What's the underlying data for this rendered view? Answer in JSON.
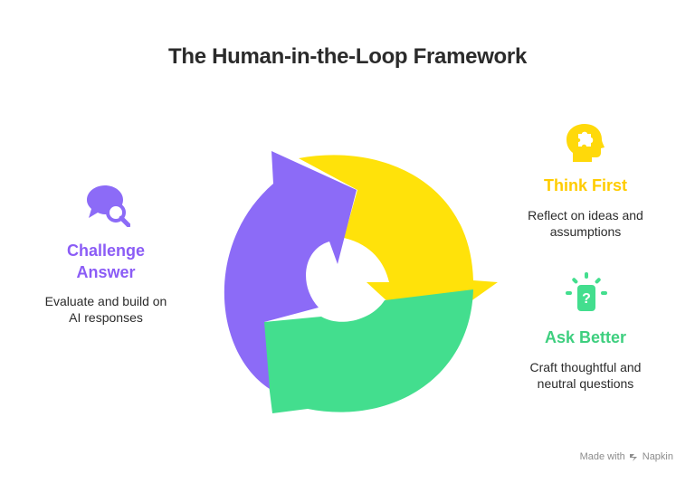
{
  "title": "The Human-in-the-Loop Framework",
  "steps": [
    {
      "heading": "Think First",
      "description": "Reflect on ideas and assumptions",
      "color": "#ffe20a",
      "icon": "head-puzzle-icon"
    },
    {
      "heading": "Ask Better",
      "description": "Craft thoughtful and neutral questions",
      "color": "#43de8e",
      "icon": "question-alert-icon"
    },
    {
      "heading": "Challenge Answer",
      "description": "Evaluate and build on AI responses",
      "color": "#8c6bf7",
      "icon": "chat-search-icon"
    }
  ],
  "footer": {
    "prefix": "Made with",
    "brand": "Napkin"
  }
}
